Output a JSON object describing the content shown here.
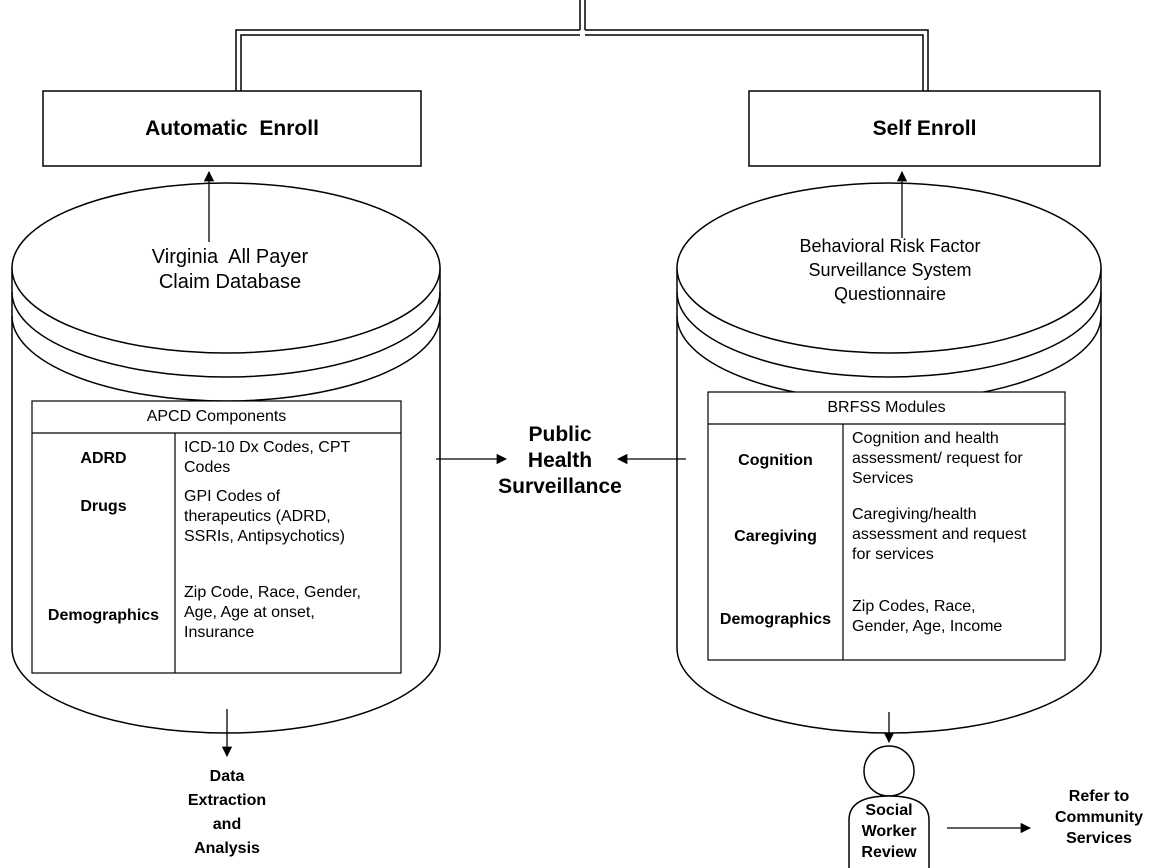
{
  "enroll": {
    "automatic": "Automatic  Enroll",
    "self": "Self Enroll"
  },
  "apcd_db": {
    "title_lines": [
      "Virginia  All Payer",
      "Claim Database"
    ],
    "table_header": "APCD Components",
    "rows": [
      {
        "label": "ADRD",
        "desc": [
          "ICD-10 Dx Codes, CPT",
          "Codes"
        ]
      },
      {
        "label": "Drugs",
        "desc": [
          "GPI Codes of",
          "therapeutics (ADRD,",
          "SSRIs, Antipsychotics)"
        ]
      },
      {
        "label": "Demographics",
        "desc": [
          "Zip Code, Race, Gender,",
          "Age, Age at onset,",
          "Insurance"
        ]
      }
    ]
  },
  "brfss_db": {
    "title_lines": [
      "Behavioral Risk Factor",
      "Surveillance System",
      "Questionnaire"
    ],
    "table_header": "BRFSS Modules",
    "rows": [
      {
        "label": "Cognition",
        "desc": [
          "Cognition and health",
          "assessment/ request for",
          "Services"
        ]
      },
      {
        "label": "Caregiving",
        "desc": [
          "Caregiving/health",
          "assessment and request",
          "for services"
        ]
      },
      {
        "label": "Demographics",
        "desc": [
          "Zip Codes, Race,",
          "Gender, Age, Income"
        ]
      }
    ]
  },
  "center": {
    "lines": [
      "Public",
      "Health",
      "Surveillance"
    ]
  },
  "data_extraction": {
    "lines": [
      "Data",
      "Extraction",
      "and",
      "Analysis"
    ]
  },
  "social_worker": {
    "lines": [
      "Social",
      "Worker",
      "Review"
    ]
  },
  "refer": {
    "lines": [
      "Refer to",
      "Community",
      "Services"
    ]
  }
}
